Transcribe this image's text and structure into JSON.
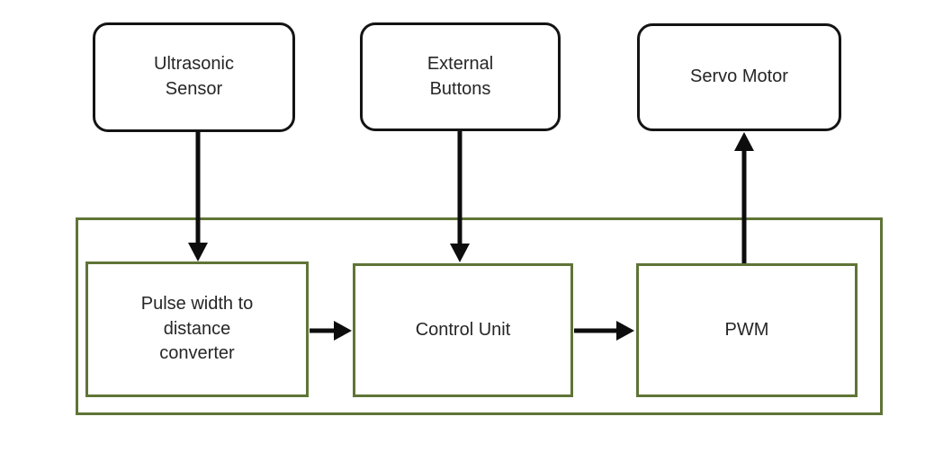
{
  "diagram": {
    "background_color": "#ffffff",
    "boundary_color": "#5f7436",
    "block_border_color": "#141414",
    "arrow_color": "#0d0d0d",
    "text_color": "#262626",
    "external_blocks": [
      {
        "id": "ultrasonic-sensor",
        "label": "Ultrasonic\nSensor"
      },
      {
        "id": "external-buttons",
        "label": "External\nButtons"
      },
      {
        "id": "servo-motor",
        "label": "Servo Motor"
      }
    ],
    "system_blocks": [
      {
        "id": "pulse-width-converter",
        "label": "Pulse width to\ndistance\nconverter"
      },
      {
        "id": "control-unit",
        "label": "Control Unit"
      },
      {
        "id": "pwm",
        "label": "PWM"
      }
    ],
    "connections": [
      {
        "from": "ultrasonic-sensor",
        "to": "pulse-width-converter",
        "direction": "down"
      },
      {
        "from": "external-buttons",
        "to": "control-unit",
        "direction": "down"
      },
      {
        "from": "pulse-width-converter",
        "to": "control-unit",
        "direction": "right"
      },
      {
        "from": "control-unit",
        "to": "pwm",
        "direction": "right"
      },
      {
        "from": "pwm",
        "to": "servo-motor",
        "direction": "up"
      }
    ]
  }
}
